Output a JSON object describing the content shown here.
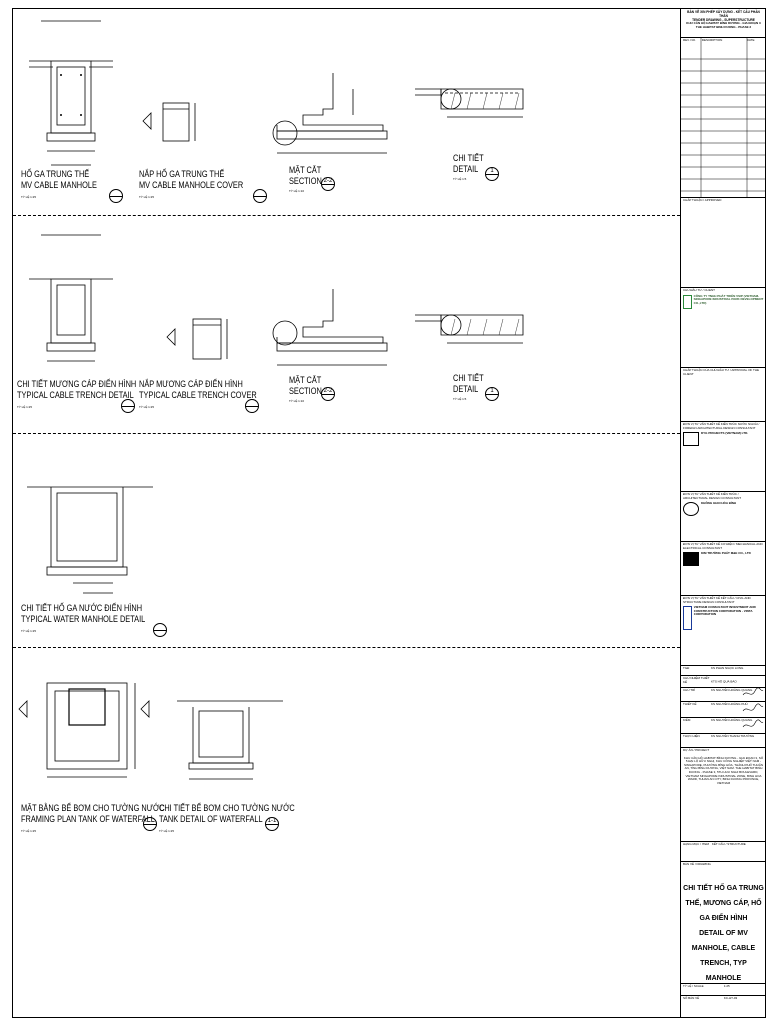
{
  "sheet": {
    "header_vn": "BẢN VẼ XIN PHÉP XÂY DỰNG - KẾT CẤU PHẦN THÂN",
    "header_en": "TENDER DRAWING - SUPERSTRUCTURE",
    "project_line1": "KHU CĂN HỘ HABITAT BÌNH DƯƠNG - GIAI ĐOẠN 3",
    "project_line2": "THE HABITAT BINH DUONG - PHASE 3",
    "rev_headers": [
      "REV. NO.",
      "DESCRIPTION",
      "DATE"
    ],
    "approved_label": "CHẤP THUẬN / APPROVED",
    "client_label": "CHỦ ĐẦU TƯ / CLIENT",
    "client_name": "CÔNG TY TNHH PHÁT TRIỂN VSIP (VIETNAM-SINGAPORE INDUSTRIAL PARK DEVELOPMENT CO.,LTD)",
    "client_approval": "CHẤP THUẬN CỦA CHỦ ĐẦU TƯ / APPROVAL OF THE CLIENT",
    "architect_label": "ĐƠN VỊ TƯ VẤN THIẾT KẾ KIẾN TRÚC NƯỚC NGOÀI / FOREIGN ARCHITECTURAL DESIGN CONSULTANT",
    "architect_name": "DYG PROJECTS (VIETNAM) LTD.",
    "local_arch_label": "ĐƠN VỊ TƯ VẤN THIẾT KẾ KIẾN TRÚC / ARCHITECTURAL DESIGN CONSULTANT",
    "local_arch_name": "KHÔNG GIAN HÒA BÌNH",
    "mep_label": "ĐƠN VỊ TƯ VẤN THIẾT KẾ CƠ ĐIỆN / MECHANICAL AND ELECTRICAL CONSULTANT",
    "mep_name": "KIM TRƯỜNG PHÁT M&E CO., LTD",
    "structure_label": "ĐƠN VỊ TƯ VẤN THIẾT KẾ KẾT CẤU / CIVIL AND STRUCTURE DESIGN CONSULTANT",
    "structure_name": "VIETNAM CONSULTANT INVESTMENT AND CONSTRUCTION CORPORATION - VINTA CORPORATION",
    "staff": [
      {
        "role": "TGĐ",
        "name": "KS PHAN NGỌC LONG"
      },
      {
        "role": "CHỦ NHIỆM THIẾT KẾ",
        "name": "KTS HỒ QUẢ BẢO"
      },
      {
        "role": "CHỦ TRÌ",
        "name": "KS NGUYỄN HOÀNG QUANG"
      },
      {
        "role": "THIẾT KẾ",
        "name": "KS NGUYỄN HOÀNG PHÚ"
      },
      {
        "role": "KIỂM",
        "name": "KS NGUYỄN HOÀNG QUANG"
      },
      {
        "role": "THỰC HIỆN",
        "name": "KS NGUYỄN THANH TRƯỜNG"
      }
    ],
    "project_label": "DỰ ÁN / PROJECT",
    "project_desc": "KHU CĂN HỘ HABITAT BÌNH DƯƠNG - GIAI ĐOẠN 3, SỐ 5 ĐẠI LỘ HỮU NGHỊ, KHU CÔNG NGHIỆP VIỆT NAM - SINGAPORE, PHƯỜNG BÌNH HÒA, THÀNH PHỐ THUẬN AN, TỈNH BÌNH DƯƠNG, VIỆT NAM. THE HABITAT BINH DUONG - PHASE 3, 5TH HUU NGHI BOULEVARD, VIETNAM SINGAPORE INDUSTRIAL ZONE, BINH HOA WARD, THUAN AN CITY, BINH DUONG PROVINCE, VIETNAM",
    "category_label": "HẠNG MỤC / ITEM",
    "category_value": "KẾT CẤU / STRUCTURE",
    "drawing_label": "BẢN VẼ / DRAWING",
    "drawing_title_vn": "CHI TIẾT HỐ GA TRUNG THẾ, MƯƠNG CÁP, HỐ GA ĐIỂN HÌNH",
    "drawing_title_en": "DETAIL OF MV MANHOLE, CABLE TRENCH, TYP MANHOLE",
    "scale_label": "TỶ LỆ / SCALE",
    "scale_value": "1:25",
    "drawing_no_label": "SỐ BẢN VẼ",
    "drawing_no": "KC-HT-03"
  },
  "sections": [
    {
      "items": [
        {
          "vn": "HỐ GA TRUNG THẾ",
          "en": "MV CABLE MANHOLE",
          "scale": "TỶ LỆ 1:25"
        },
        {
          "vn": "NẮP HỐ GA TRUNG THẾ",
          "en": "MV CABLE MANHOLE COVER",
          "scale": "TỶ LỆ 1:25"
        },
        {
          "vn": "MẶT CẮT",
          "en": "SECTION",
          "mark": "2-2",
          "scale": "TỶ LỆ 1:10"
        },
        {
          "vn": "CHI TIẾT",
          "en": "DETAIL",
          "mark": "1",
          "scale": "TỶ LỆ 1:5"
        }
      ]
    },
    {
      "items": [
        {
          "vn": "CHI TIẾT MƯƠNG CÁP ĐIỂN HÌNH",
          "en": "TYPICAL CABLE TRENCH DETAIL",
          "scale": "TỶ LỆ 1:25"
        },
        {
          "vn": "NẮP MƯƠNG CÁP ĐIỂN HÌNH",
          "en": "TYPICAL CABLE TRENCH COVER",
          "scale": "TỶ LỆ 1:25"
        },
        {
          "vn": "MẶT CẮT",
          "en": "SECTION",
          "mark": "2-2",
          "scale": "TỶ LỆ 1:10"
        },
        {
          "vn": "CHI TIẾT",
          "en": "DETAIL",
          "mark": "1",
          "scale": "TỶ LỆ 1:5"
        }
      ]
    },
    {
      "items": [
        {
          "vn": "CHI TIẾT HỐ GA NƯỚC ĐIỂN HÌNH",
          "en": "TYPICAL WATER MANHOLE DETAIL",
          "scale": "TỶ LỆ 1:25"
        }
      ]
    },
    {
      "items": [
        {
          "vn": "MẶT BẰNG BỂ BƠM CHO TƯỜNG NƯỚC",
          "en": "FRAMING PLAN TANK OF WATERFALL",
          "scale": "TỶ LỆ 1:25"
        },
        {
          "vn": "CHI TIẾT BỂ BƠM CHO TƯỜNG NƯỚC",
          "en": "TANK DETAIL OF WATERFALL",
          "mark": "1-1",
          "scale": "TỶ LỆ 1:25"
        }
      ]
    }
  ]
}
